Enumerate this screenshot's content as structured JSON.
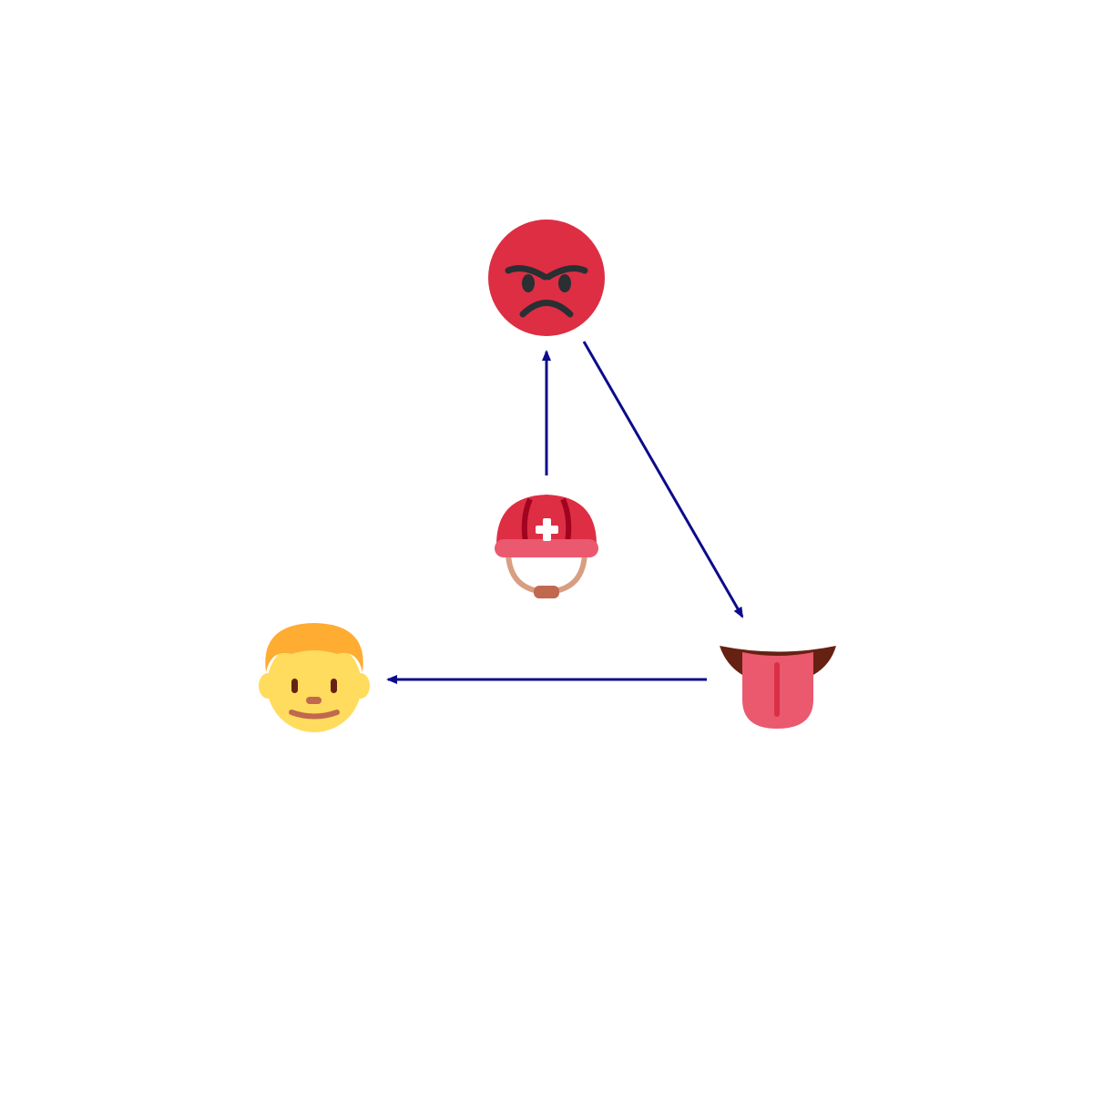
{
  "diagram": {
    "arrow_color": "#0b0b8c",
    "nodes": [
      {
        "id": "pouting-face",
        "icon": "pouting-face-icon"
      },
      {
        "id": "rescue-helmet",
        "icon": "rescue-worker-helmet-icon"
      },
      {
        "id": "tongue",
        "icon": "tongue-icon"
      },
      {
        "id": "boy",
        "icon": "boy-face-icon"
      }
    ],
    "edges": [
      {
        "from": "rescue-helmet",
        "to": "pouting-face"
      },
      {
        "from": "pouting-face",
        "to": "tongue"
      },
      {
        "from": "tongue",
        "to": "boy"
      }
    ]
  }
}
